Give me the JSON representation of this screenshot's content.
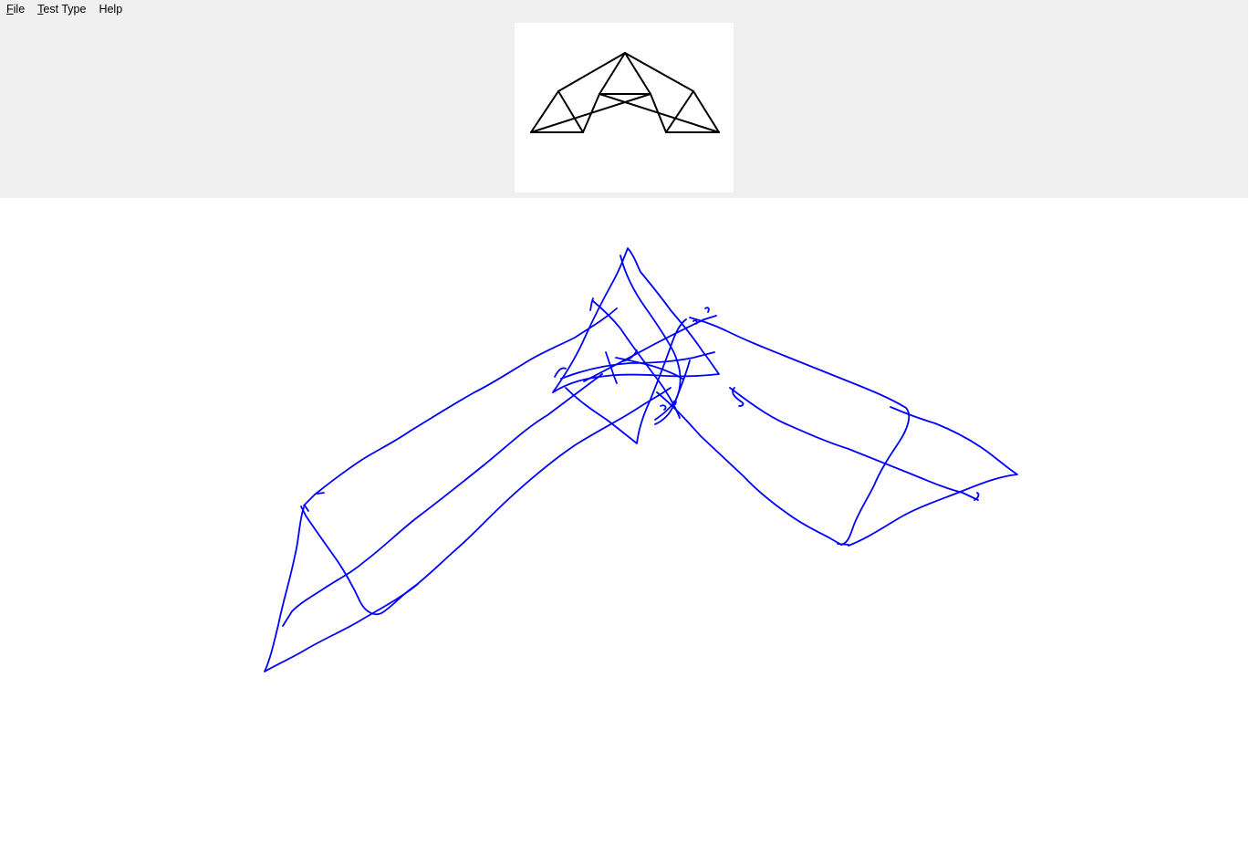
{
  "menubar": {
    "items": [
      {
        "mnemonic": "F",
        "rest": "ile"
      },
      {
        "mnemonic": "T",
        "rest": "est Type"
      },
      {
        "mnemonic": "",
        "rest": "Help"
      }
    ]
  },
  "colors": {
    "panel_background": "#f0f0f0",
    "reference_stroke": "#000000",
    "drawing_stroke": "#0000ff",
    "canvas_background": "#ffffff"
  },
  "reference_figure": {
    "icon": "complex-figure-reference"
  },
  "drawing": {
    "icon": "freehand-copy-strokes"
  }
}
